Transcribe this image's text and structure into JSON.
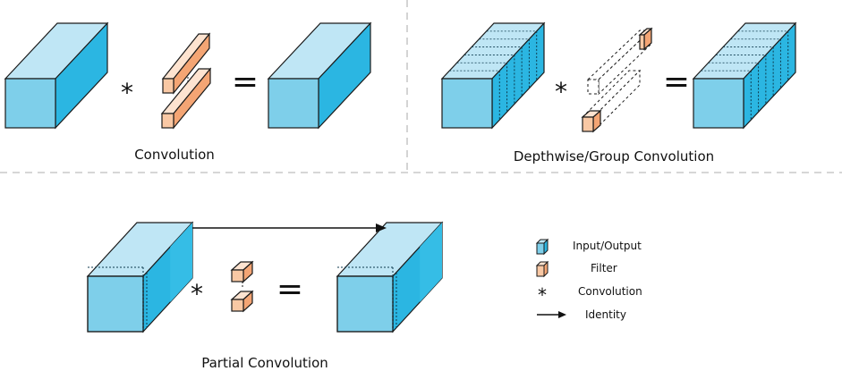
{
  "panels": {
    "convolution": {
      "caption": "Convolution"
    },
    "depthwise": {
      "caption": "Depthwise/Group Convolution"
    },
    "partial": {
      "caption": "Partial Convolution"
    }
  },
  "operators": {
    "convolve": "*",
    "equals": "="
  },
  "legend": [
    {
      "label": "Input/Output",
      "icon": "blue-cube-icon"
    },
    {
      "label": "Filter",
      "icon": "orange-cube-icon"
    },
    {
      "label": "Convolution",
      "icon": "asterisk-icon"
    },
    {
      "label": "Identity",
      "icon": "arrow-right-icon"
    }
  ],
  "colors": {
    "tensor_front": "#7ecfea",
    "tensor_top": "#bfe6f5",
    "tensor_side": "#2bb6e2",
    "filter_front": "#f9c8a4",
    "filter_top": "#fde3d0",
    "filter_side": "#f4a574",
    "outline": "#1a1a1a",
    "divider": "#bdbdbd"
  }
}
